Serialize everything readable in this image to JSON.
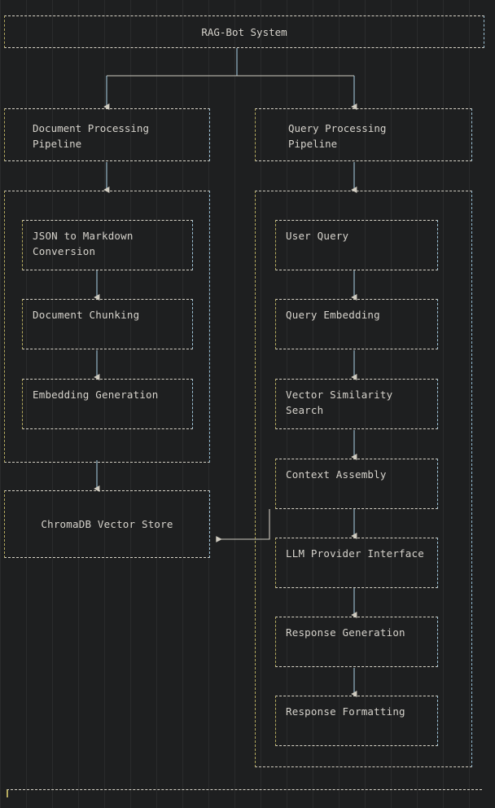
{
  "diagram": {
    "title": "RAG-Bot System",
    "background_color": "#1e1f20",
    "node_border_color": "#d8d4c8",
    "accent_left_border_color": "#b3a95e",
    "accent_right_border_color": "#9fc4d8",
    "text_color": "#d6d3cc",
    "edge_color": "#c9c5ba",
    "groups": [
      {
        "id": "document-processing-pipeline",
        "label": "Document Processing\nPipeline",
        "nodes": [
          {
            "id": "json-to-markdown-conversion",
            "label": "JSON to Markdown\nConversion"
          },
          {
            "id": "document-chunking",
            "label": "Document Chunking"
          },
          {
            "id": "embedding-generation",
            "label": "Embedding Generation"
          }
        ]
      },
      {
        "id": "query-processing-pipeline",
        "label": "Query Processing\nPipeline",
        "nodes": [
          {
            "id": "user-query",
            "label": "User Query"
          },
          {
            "id": "query-embedding",
            "label": "Query Embedding"
          },
          {
            "id": "vector-similarity-search",
            "label": "Vector Similarity\nSearch"
          },
          {
            "id": "context-assembly",
            "label": "Context Assembly"
          },
          {
            "id": "llm-provider-interface",
            "label": "LLM Provider Interface"
          },
          {
            "id": "response-generation",
            "label": "Response Generation"
          },
          {
            "id": "response-formatting",
            "label": "Response Formatting"
          }
        ]
      }
    ],
    "standalone_nodes": [
      {
        "id": "chromadb-vector-store",
        "label": "ChromaDB Vector Store"
      }
    ],
    "edges": [
      {
        "from": "rag-bot-system",
        "to": "document-processing-pipeline"
      },
      {
        "from": "rag-bot-system",
        "to": "query-processing-pipeline"
      },
      {
        "from": "document-processing-pipeline",
        "to": "json-to-markdown-conversion"
      },
      {
        "from": "json-to-markdown-conversion",
        "to": "document-chunking"
      },
      {
        "from": "document-chunking",
        "to": "embedding-generation"
      },
      {
        "from": "embedding-generation",
        "to": "chromadb-vector-store"
      },
      {
        "from": "query-processing-pipeline",
        "to": "user-query"
      },
      {
        "from": "user-query",
        "to": "query-embedding"
      },
      {
        "from": "query-embedding",
        "to": "vector-similarity-search"
      },
      {
        "from": "vector-similarity-search",
        "to": "context-assembly"
      },
      {
        "from": "context-assembly",
        "to": "chromadb-vector-store"
      },
      {
        "from": "context-assembly",
        "to": "llm-provider-interface"
      },
      {
        "from": "llm-provider-interface",
        "to": "response-generation"
      },
      {
        "from": "response-generation",
        "to": "response-formatting"
      }
    ]
  }
}
